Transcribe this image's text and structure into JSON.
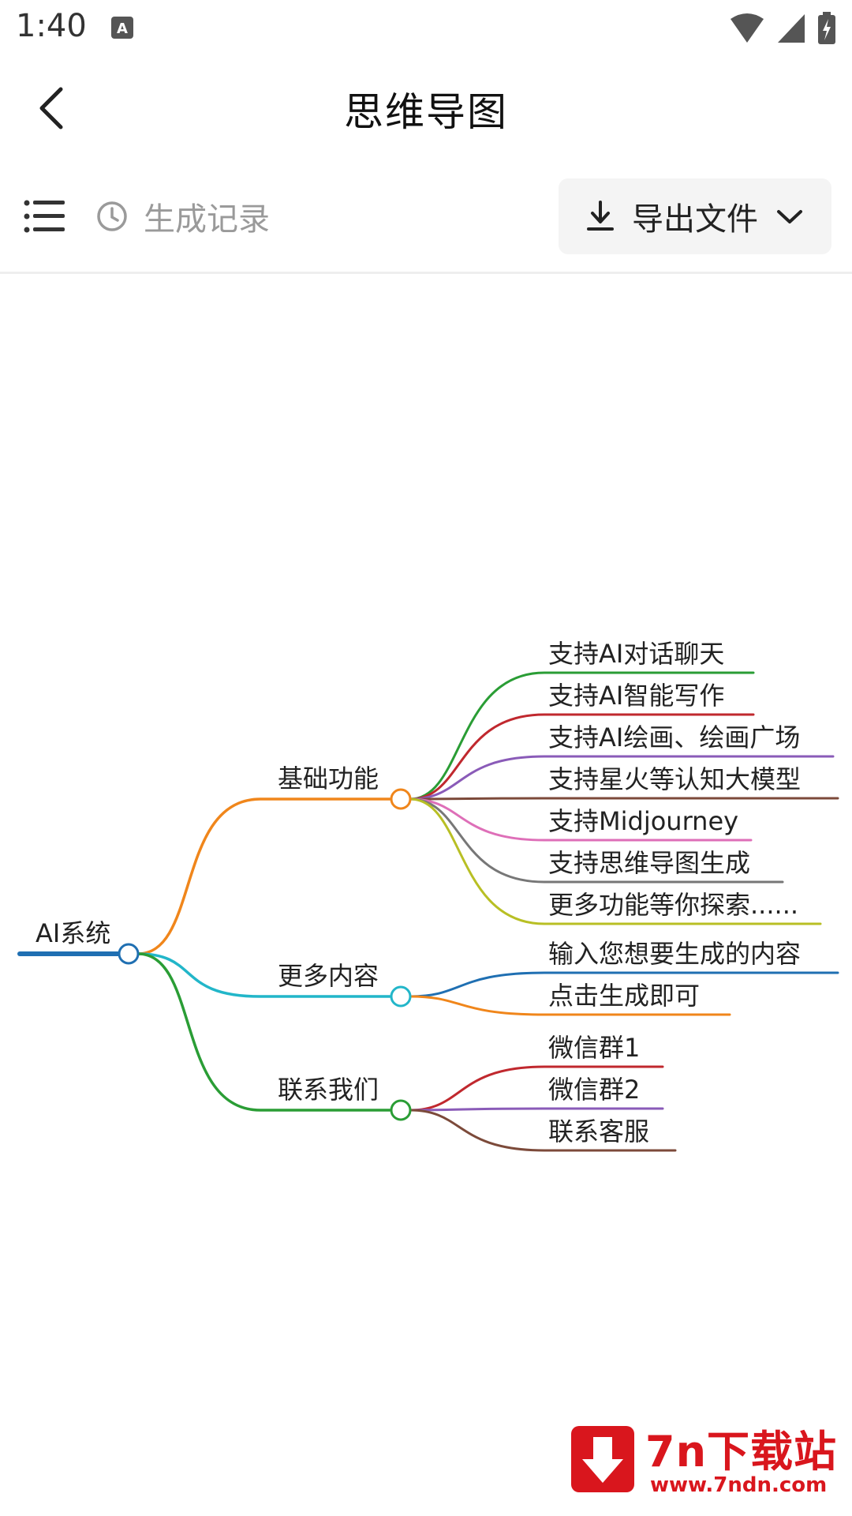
{
  "status": {
    "time": "1:40"
  },
  "header": {
    "title": "思维导图"
  },
  "toolbar": {
    "history_label": "生成记录",
    "export_label": "导出文件"
  },
  "colors": {
    "root": "#1f6fb2",
    "branch1": "#f0861b",
    "branch2": "#22b6c9",
    "branch3": "#2a9d35",
    "green": "#2a9d35",
    "red": "#c0282e",
    "purple": "#8a5bb8",
    "brown": "#7c4a3a",
    "pink": "#de6fb8",
    "gray": "#777777",
    "olive": "#b8bf24",
    "blue": "#1f6fb2",
    "orange": "#f0861b"
  },
  "mindmap": {
    "root": "AI系统",
    "branches": [
      {
        "label": "基础功能",
        "color": "#f0861b",
        "children": [
          {
            "label": "支持AI对话聊天",
            "color": "#2a9d35"
          },
          {
            "label": "支持AI智能写作",
            "color": "#c0282e"
          },
          {
            "label": "支持AI绘画、绘画广场",
            "color": "#8a5bb8"
          },
          {
            "label": "支持星火等认知大模型",
            "color": "#7c4a3a"
          },
          {
            "label": "支持Midjourney",
            "color": "#de6fb8"
          },
          {
            "label": "支持思维导图生成",
            "color": "#777777"
          },
          {
            "label": "更多功能等你探索......",
            "color": "#b8bf24"
          }
        ]
      },
      {
        "label": "更多内容",
        "color": "#22b6c9",
        "children": [
          {
            "label": "输入您想要生成的内容",
            "color": "#1f6fb2"
          },
          {
            "label": "点击生成即可",
            "color": "#f0861b"
          }
        ]
      },
      {
        "label": "联系我们",
        "color": "#2a9d35",
        "children": [
          {
            "label": "微信群1",
            "color": "#c0282e"
          },
          {
            "label": "微信群2",
            "color": "#8a5bb8"
          },
          {
            "label": "联系客服",
            "color": "#7c4a3a"
          }
        ]
      }
    ]
  },
  "watermark": {
    "title": "7n下载站",
    "url": "www.7ndn.com"
  }
}
